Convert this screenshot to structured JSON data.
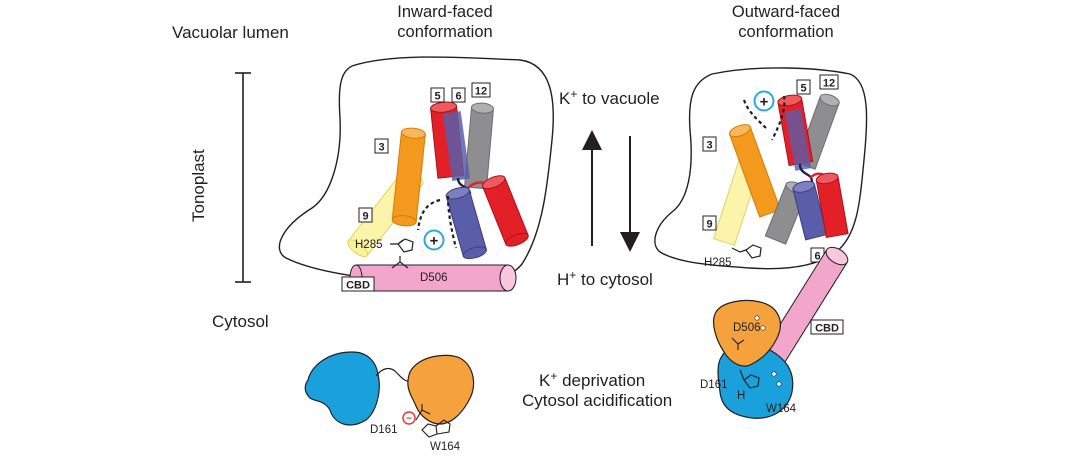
{
  "labels": {
    "vacuolar_lumen": "Vacuolar lumen",
    "inward_title": [
      "Inward-faced",
      "conformation"
    ],
    "outward_title": [
      "Outward-faced",
      "conformation"
    ],
    "tonoplast": "Tonoplast",
    "cytosol": "Cytosol",
    "k_to_vacuole": {
      "ion": "K",
      "charge": "+",
      "rest": " to vacuole"
    },
    "h_to_cytosol": {
      "ion": "H",
      "charge": "+",
      "rest": " to cytosol"
    },
    "trigger": {
      "ion": "K",
      "charge": "+",
      "rest": " deprivation",
      "line2": "Cytosol acidification"
    },
    "plus_sign": "+",
    "minus_sign": "−"
  },
  "inward": {
    "helices": [
      "3",
      "5",
      "6",
      "12",
      "9"
    ],
    "residues": [
      "H285",
      "D506"
    ],
    "domain_tag": "CBD"
  },
  "outward": {
    "helices": [
      "5",
      "12",
      "3",
      "9",
      "6"
    ],
    "residues": [
      "H285",
      "D506",
      "D161",
      "W164",
      "H"
    ],
    "domain_tag": "CBD"
  },
  "bottom_left": {
    "residues": [
      "D161",
      "W164"
    ]
  },
  "colors": {
    "helix_red": "#e32028",
    "helix_red_dark": "#a8121a",
    "helix_gray": "#8e8e90",
    "helix_blue": "#5a5ea8",
    "helix_orange": "#f39a1e",
    "helix_yellow": "#fbf29b",
    "cbd_pink": "#f3a6cc",
    "domain_blue": "#1aa1dc",
    "domain_orange": "#f5a23c",
    "cation_ring": "#28a9df",
    "anion_ring": "#e03a3a"
  }
}
